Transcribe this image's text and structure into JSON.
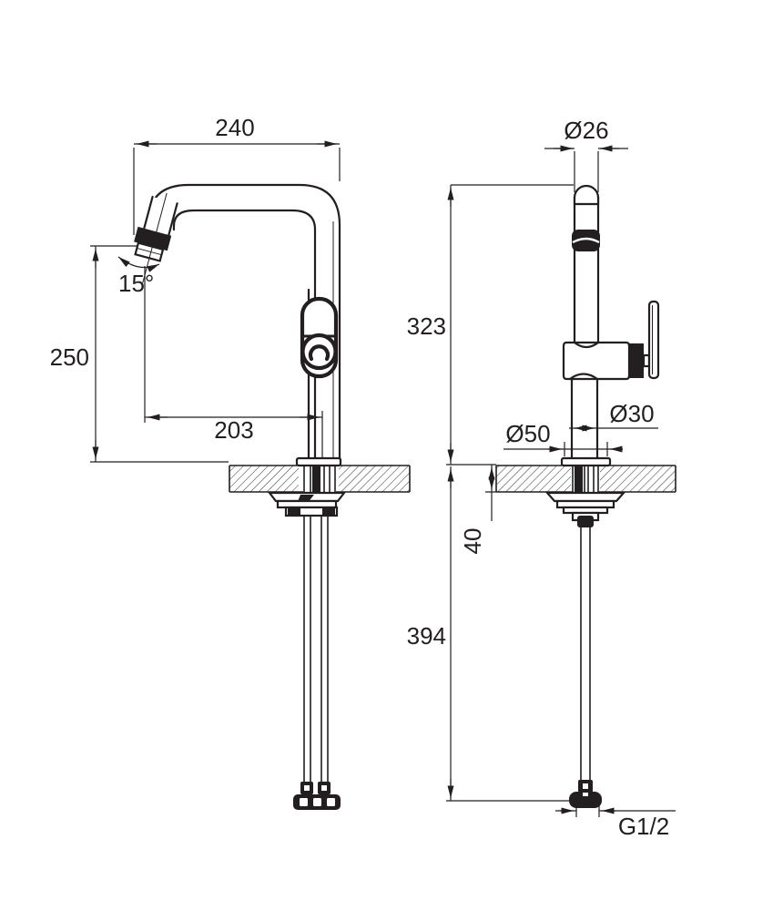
{
  "drawing": {
    "title": "faucet-dimension-drawing",
    "colors": {
      "line": "#231f20",
      "background": "#ffffff",
      "hatch": "#3f3f3f"
    },
    "front_view": {
      "dim_spout_width": "240",
      "dim_spout_height": "250",
      "dim_spout_reach": "203",
      "dim_nozzle_angle": "15°"
    },
    "side_view": {
      "dim_top_diameter": "Ø26",
      "dim_height_above_counter": "323",
      "dim_base_diameter": "Ø50",
      "dim_body_diameter": "Ø30",
      "dim_counter_thickness": "40",
      "dim_below_counter_length": "394",
      "dim_thread": "G1/2"
    }
  }
}
